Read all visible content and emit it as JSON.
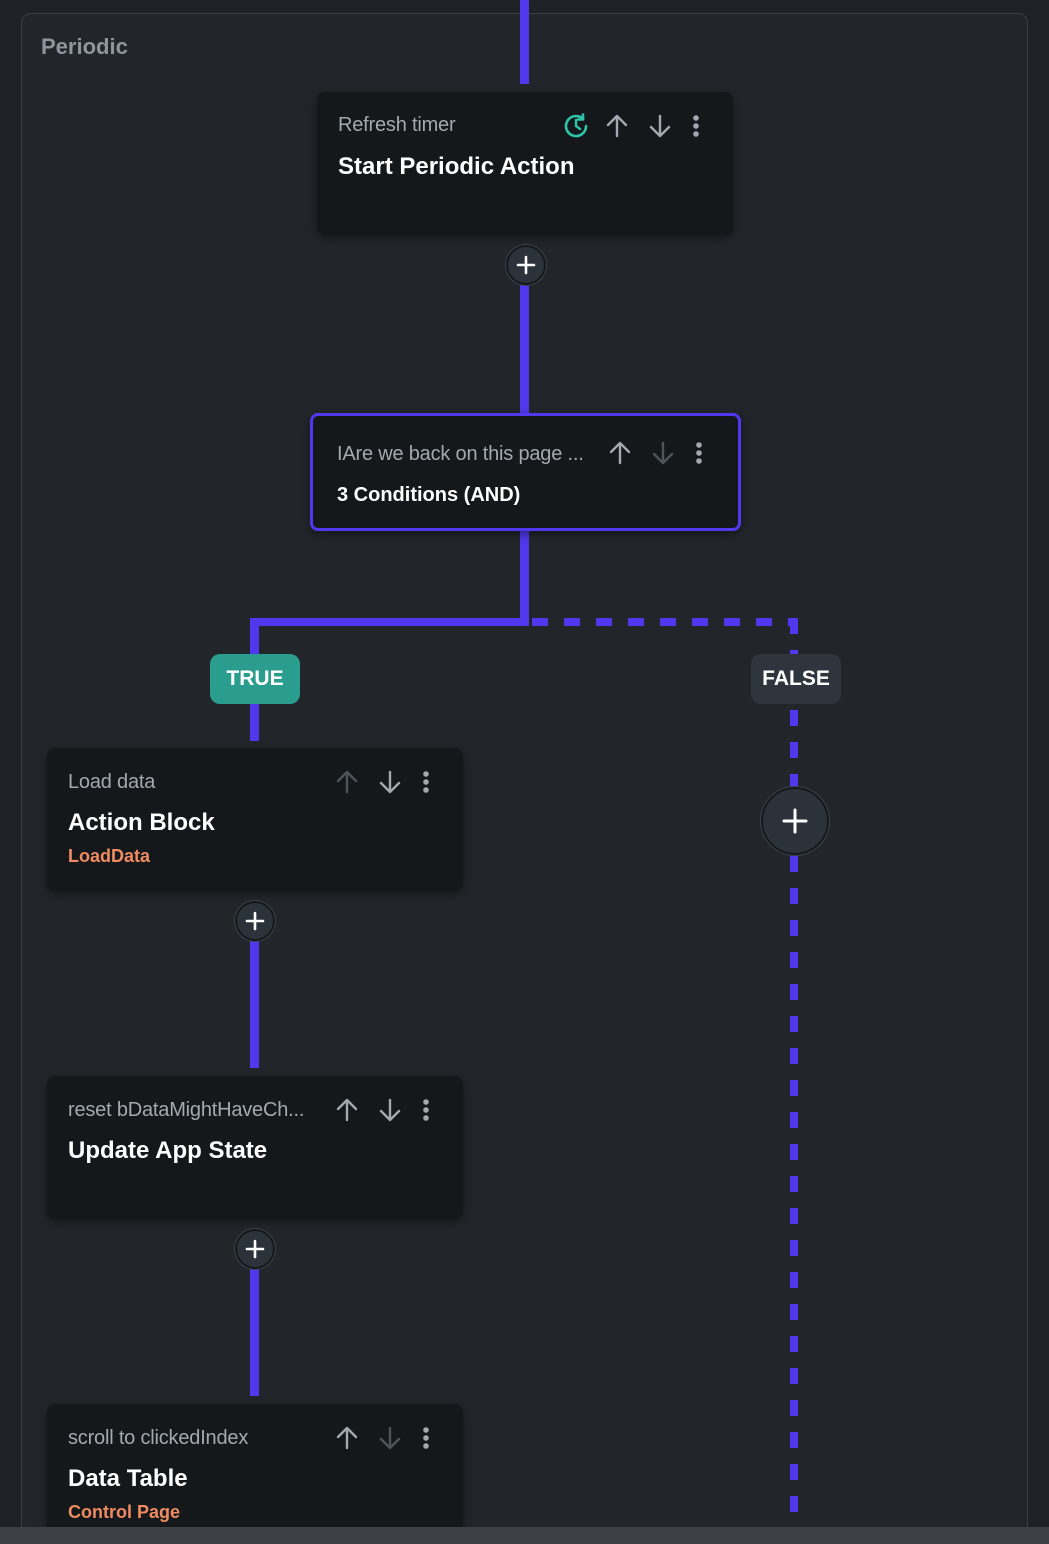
{
  "panel": {
    "title": "Periodic"
  },
  "nodes": {
    "refresh_timer": {
      "subtitle": "Refresh timer",
      "title": "Start Periodic Action"
    },
    "condition": {
      "subtitle": "IAre we back on this page ...",
      "title": "3 Conditions (AND)"
    },
    "load_data": {
      "subtitle": "Load data",
      "title": "Action Block",
      "link": "LoadData"
    },
    "update_state": {
      "subtitle": "reset bDataMightHaveCh...",
      "title": "Update App State"
    },
    "data_table": {
      "subtitle": "scroll to clickedIndex",
      "title": "Data Table",
      "link": "Control Page"
    }
  },
  "branches": {
    "true_label": "TRUE",
    "false_label": "FALSE"
  },
  "icons": {
    "timer": "timer-refresh-icon",
    "up": "arrow-up-icon",
    "down": "arrow-down-icon",
    "more": "more-vertical-icon",
    "add": "plus-icon"
  },
  "colors": {
    "wire": "#5138ee",
    "true_badge": "#2a9d8f",
    "false_badge": "#2f353c",
    "link_orange": "#ee8b60",
    "timer_teal": "#2ec4a9",
    "card_bg": "#14181b",
    "canvas_bg": "#22262b"
  }
}
